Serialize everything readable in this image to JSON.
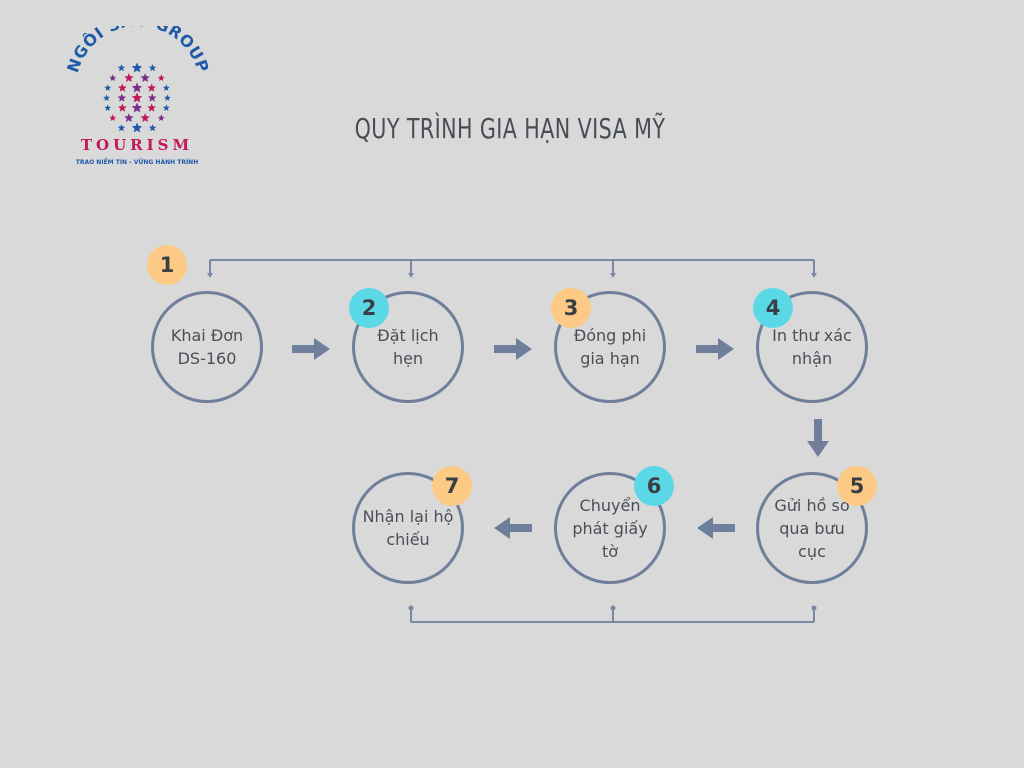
{
  "logo": {
    "arc_text": "NGÔI SAO GROUP",
    "brand": "TOURISM",
    "slogan": "TRAO NIỀM TIN - VỮNG HÀNH TRÌNH",
    "icon": "star-globe-icon",
    "colors": {
      "blue": "#1e5aa8",
      "magenta": "#c2185b",
      "purple": "#7b2d8b"
    }
  },
  "title": "QUY TRÌNH GIA HẠN VISA MỸ",
  "steps": [
    {
      "number": "1",
      "label": "Khai Đơn DS-160",
      "badge_color": "orange"
    },
    {
      "number": "2",
      "label": "Đặt lịch hẹn",
      "badge_color": "cyan"
    },
    {
      "number": "3",
      "label": "Đóng phi gia hạn",
      "badge_color": "orange"
    },
    {
      "number": "4",
      "label": "In thư xác nhận",
      "badge_color": "cyan"
    },
    {
      "number": "5",
      "label": "Gửi hồ sơ qua bưu cục",
      "badge_color": "orange"
    },
    {
      "number": "6",
      "label": "Chuyển phát giấy tờ",
      "badge_color": "cyan"
    },
    {
      "number": "7",
      "label": "Nhận lại hộ chiếu",
      "badge_color": "orange"
    }
  ],
  "colors": {
    "background": "#d9d9d9",
    "circle_border": "#6f7f9b",
    "arrow": "#6f7f9b",
    "badge_orange": "#fcca84",
    "badge_cyan": "#5ad8e6",
    "text": "#4a4f57"
  }
}
